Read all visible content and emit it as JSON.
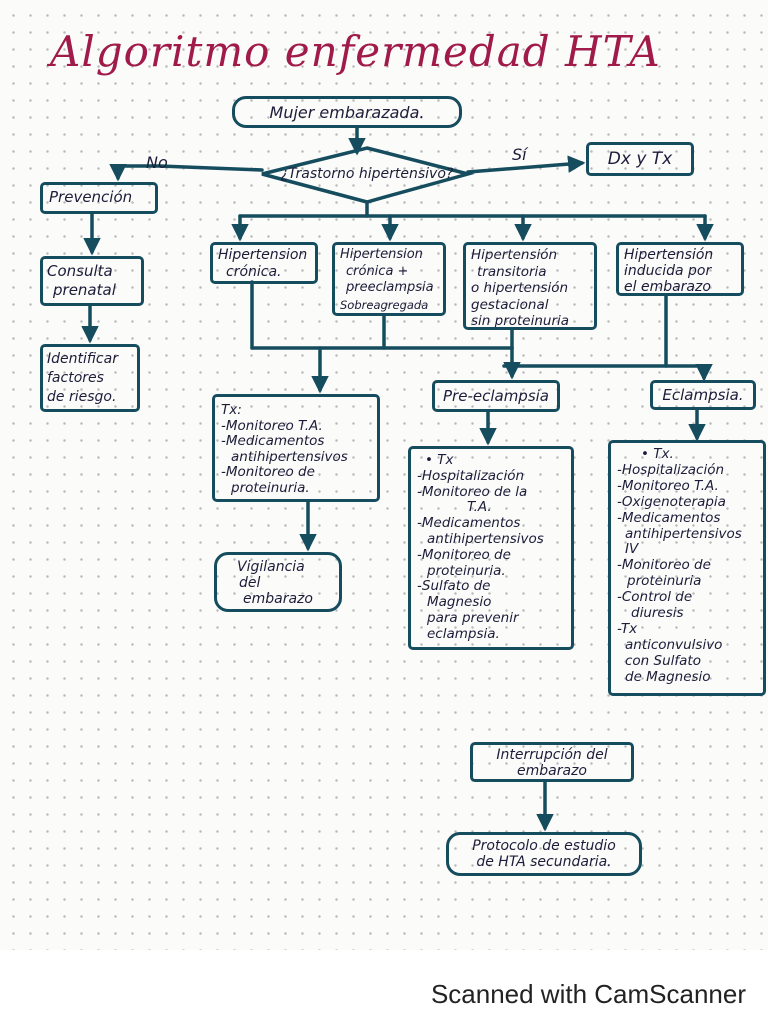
{
  "title": "Algoritmo enfermedad HTA",
  "start": "Mujer embarazada.",
  "decision": "¿Trastorno hipertensivo?",
  "edge_no": "No",
  "edge_si": "Sí",
  "dx_tx": "Dx y Tx",
  "left_branch": {
    "prevencion": "Prevención",
    "consulta": [
      "Consulta",
      "prenatal"
    ],
    "identificar": [
      "Identificar",
      "factores",
      "de riesgo."
    ]
  },
  "types": {
    "cronica": [
      "Hipertension",
      "crónica."
    ],
    "cronica_pre": [
      "Hipertension",
      "crónica +",
      "preeclampsia",
      "Sobreagregada"
    ],
    "transitoria": [
      "Hipertensión",
      "transitoria",
      "o hipertensión",
      "gestacional",
      "sin proteinuria"
    ],
    "inducida": [
      "Hipertensión",
      "inducida por",
      "el embarazo"
    ]
  },
  "tx_box": {
    "items": [
      "Tx:",
      "-Monitoreo T.A.",
      "-Medicamentos",
      " antihipertensivos",
      "-Monitoreo de",
      " proteinuria."
    ]
  },
  "vigilancia": [
    "Vigilancia",
    "del",
    "embarazo"
  ],
  "preeclampsia": "Pre-eclampsia",
  "eclampsia": "Eclampsia.",
  "pre_tx": {
    "items": [
      "• Tx",
      "-Hospitalización",
      "-Monitoreo de la",
      "  T.A.",
      "-Medicamentos",
      " antihipertensivos",
      "-Monitoreo de",
      " proteinuria.",
      "-Sulfato de",
      " Magnesio",
      " para prevenir",
      " eclampsia."
    ]
  },
  "ecl_tx": {
    "items": [
      "• Tx.",
      "-Hospitalización",
      "-Monitoreo T.A.",
      "-Oxigenoterapia",
      "-Medicamentos",
      " antihipertensivos",
      " IV",
      "-Monitoreo de",
      " proteinuria",
      "-Control de",
      " diuresis",
      "-Tx",
      " anticonvulsivo",
      " con Sulfato",
      " de Magnesio"
    ]
  },
  "interrupcion": [
    "Interrupción del",
    "embarazo"
  ],
  "protocolo": [
    "Protocolo de estudio",
    "de HTA secundaria."
  ],
  "footer": "Scanned with CamScanner",
  "colors": {
    "ink": "#164d5e",
    "title": "#a01a4a",
    "text": "#1d1d3a"
  }
}
